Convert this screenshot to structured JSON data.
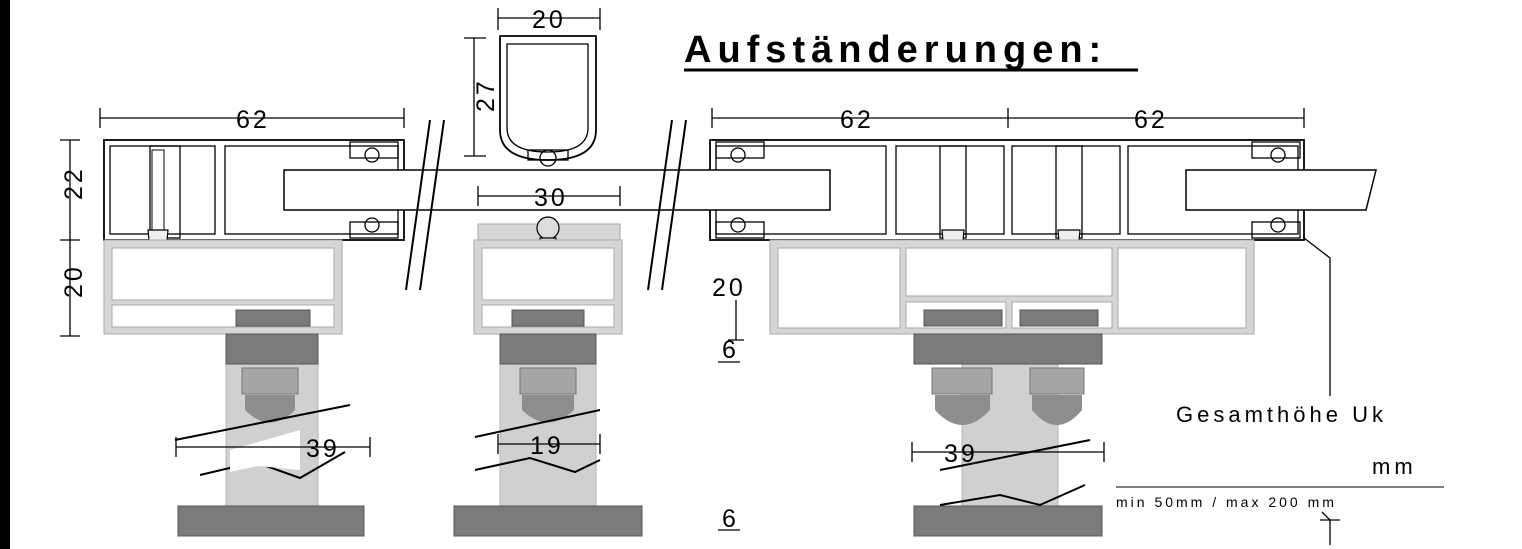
{
  "title": "Aufständerungen:",
  "dimensions": {
    "rail_width": "20",
    "rail_height": "27",
    "left_width": "62",
    "right_width_a": "62",
    "right_width_b": "62",
    "panel_gap": "30",
    "panel_height": "22",
    "rail_height_left": "20",
    "rail_height_right": "20",
    "plate_top": "6",
    "plate_bottom": "6",
    "post_left": "39",
    "post_middle": "19",
    "post_right": "39"
  },
  "total_height": {
    "label": "Gesamthöhe Uk",
    "unit": "mm",
    "range": "min 50mm / max 200 mm"
  }
}
